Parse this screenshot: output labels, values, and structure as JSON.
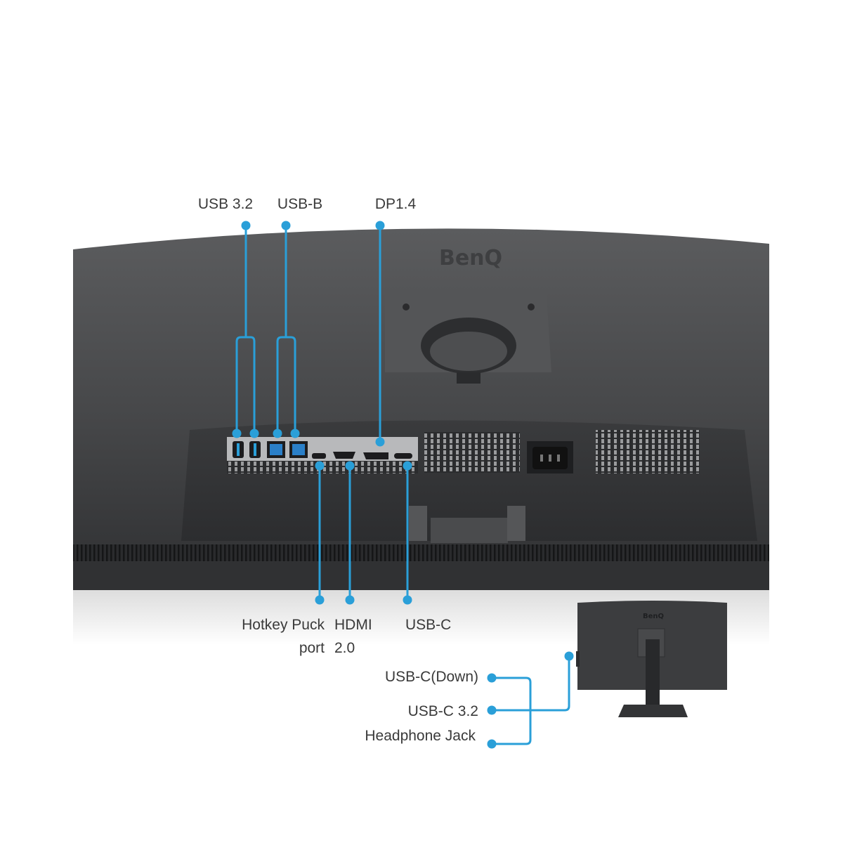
{
  "brand": "BenQ",
  "accent_color": "#2a9fd8",
  "callouts_top": {
    "usb32": "USB 3.2",
    "usbb": "USB-B",
    "dp": "DP1.4"
  },
  "callouts_bottom": {
    "hotkey_line1": "Hotkey Puck",
    "hotkey_line2": "port",
    "hdmi_line1": "HDMI",
    "hdmi_line2": "2.0",
    "usbc": "USB-C"
  },
  "callouts_side": {
    "usbc_down": "USB-C(Down)",
    "usbc32": "USB-C 3.2",
    "headphone": "Headphone Jack"
  }
}
